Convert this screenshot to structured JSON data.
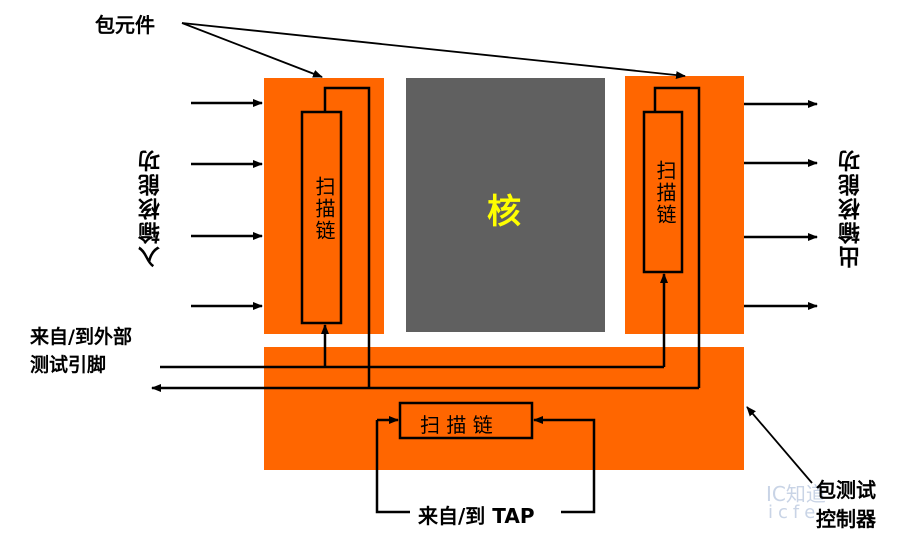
{
  "labels": {
    "wrapper_elements": "包元件",
    "core": "核",
    "scan_chain_left": "扫描链",
    "scan_chain_right": "扫描链",
    "scan_chain_bottom": "扫 描 链",
    "input_function": "入输核能功",
    "output_function": "出输核能功",
    "external_pins_line1": "来自/到外部",
    "external_pins_line2": "测试引脚",
    "tap": "来自/到 TAP",
    "controller_line1": "包测试",
    "controller_line2": "控制器",
    "watermark_line1": "IC知道",
    "watermark_line2": "icfe"
  },
  "colors": {
    "wrapper_orange": "#ff6600",
    "core_gray": "#606060",
    "core_text": "#ffff00"
  }
}
